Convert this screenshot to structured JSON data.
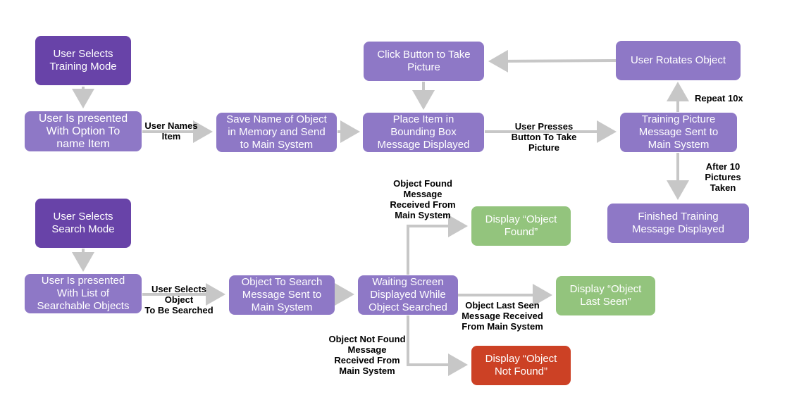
{
  "nodes": {
    "training_mode": "User Selects\nTraining Mode",
    "name_item": "User Is presented\nWith Option To\nname Item",
    "save_name": "Save Name of Object\nin Memory and Send\nto Main System",
    "place_item": "Place Item in\nBounding Box\nMessage Displayed",
    "training_picture": "Training Picture\nMessage Sent to\nMain System",
    "click_button": "Click Button to Take\nPicture",
    "rotate_object": "User Rotates Object",
    "finished_training": "Finished Training\nMessage Displayed",
    "search_mode": "User Selects\nSearch Mode",
    "searchable_list": "User Is presented\nWith List of\nSearchable Objects",
    "object_to_search": "Object To Search\nMessage Sent to\nMain System",
    "waiting_screen": "Waiting Screen\nDisplayed While\nObject Searched",
    "object_found": "Display “Object\nFound”",
    "object_last_seen": "Display “Object\nLast Seen”",
    "object_not_found": "Display “Object\nNot Found”"
  },
  "labels": {
    "user_names_item": "User Names\nItem",
    "user_presses_button": "User Presses\nButton To Take\nPicture",
    "repeat": "Repeat 10x",
    "after_pictures": "After 10\nPictures\nTaken",
    "user_selects_object": "User Selects\nObject\nTo Be Searched",
    "found_message": "Object Found\nMessage\nReceived From\nMain System",
    "last_seen_message": "Object Last Seen\nMessage Received\nFrom Main System",
    "not_found_message": "Object Not Found\nMessage\nReceived From\nMain System"
  },
  "colors": {
    "start_node": "#6843a8",
    "process_node": "#8e78c6",
    "success_node": "#93c47d",
    "error_node": "#cc4125",
    "arrow": "#c7c7c7"
  }
}
